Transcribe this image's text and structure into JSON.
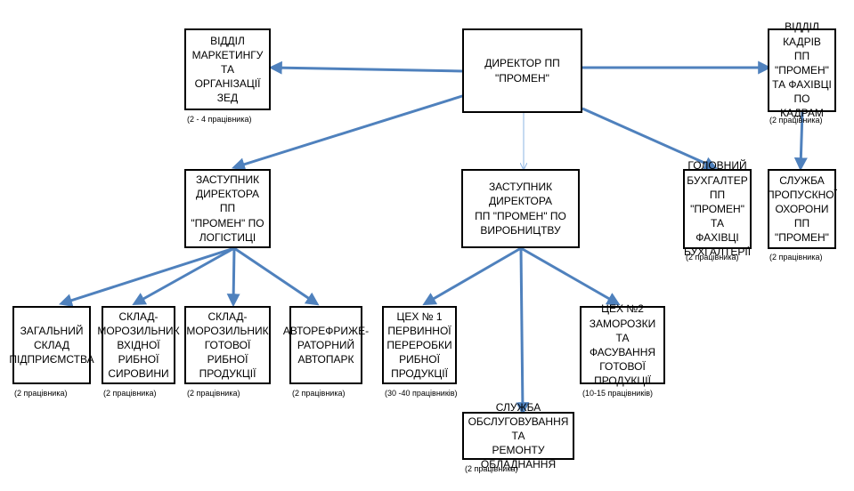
{
  "boxes": {
    "director": "ДИРЕКТОР ПП \"ПРОМЕН\"",
    "marketing": "ВІДДІЛ\nМАРКЕТИНГУ ТА\nОРГАНІЗАЦІЇ ЗЕД",
    "hr": "ВІДДІЛ КАДРІВ\nПП \"ПРОМЕН\"\nТА ФАХІВЦІ\nПО КАДРАМ",
    "deputy_logistics": "ЗАСТУПНИК\nДИРЕКТОРА ПП\n\"ПРОМЕН\" ПО\nЛОГІСТИЦІ",
    "deputy_production": "ЗАСТУПНИК ДИРЕКТОРА\nПП \"ПРОМЕН\" ПО\nВИРОБНИЦТВУ",
    "chief_accountant": "ГОЛОВНИЙ\nБУХГАЛТЕР ПП\n\"ПРОМЕН\"  ТА\nФАХІВЦІ\nБУХГАЛТЕРІЇ",
    "security": "СЛУЖБА\nПРОПУСКНОЇ\nОХОРОНИ ПП\n\"ПРОМЕН\"",
    "general_warehouse": "ЗАГАЛЬНИЙ\nСКЛАД\nПІДПРИЄМСТВА",
    "warehouse_raw": "СКЛАД-\nМОРОЗИЛЬНИК\nВХІДНОЇ РИБНОЇ\nСИРОВИНИ",
    "warehouse_finished": "СКЛАД-\nМОРОЗИЛЬНИК\nГОТОВОЇ РИБНОЇ\nПРОДУКЦІЇ",
    "autopark": "АВТОРЕФРИЖЕ-\nРАТОРНИЙ\nАВТОПАРК",
    "shop1": "ЦЕХ № 1\nПЕРВИННОЇ\nПЕРЕРОБКИ\nРИБНОЇ\nПРОДУКЦІЇ",
    "shop2": "ЦЕХ №2\nЗАМОРОЗКИ ТА\nФАСУВАННЯ\nГОТОВОЇ\nПРОДУКЦІЇ",
    "maintenance": "СЛУЖБА\nОБСЛУГОВУВАННЯ ТА\nРЕМОНТУ ОБЛАДНАННЯ"
  },
  "notes": {
    "marketing": "(2 - 4 працівника)",
    "hr": "(2 працівника)",
    "chief_accountant": "(2 працівника)",
    "security": "(2 працівника)",
    "general_warehouse": "(2 працівника)",
    "warehouse_raw": "(2 працівника)",
    "warehouse_finished": "(2 працівника)",
    "autopark": "(2 працівника)",
    "shop1": "(30 -40 працівників)",
    "shop2": "(10-15 працівників)",
    "maintenance": "(2 працівника)"
  },
  "colors": {
    "arrow": "#4f81bd",
    "thin_arrow": "#8eb4e3",
    "border": "#000000"
  }
}
